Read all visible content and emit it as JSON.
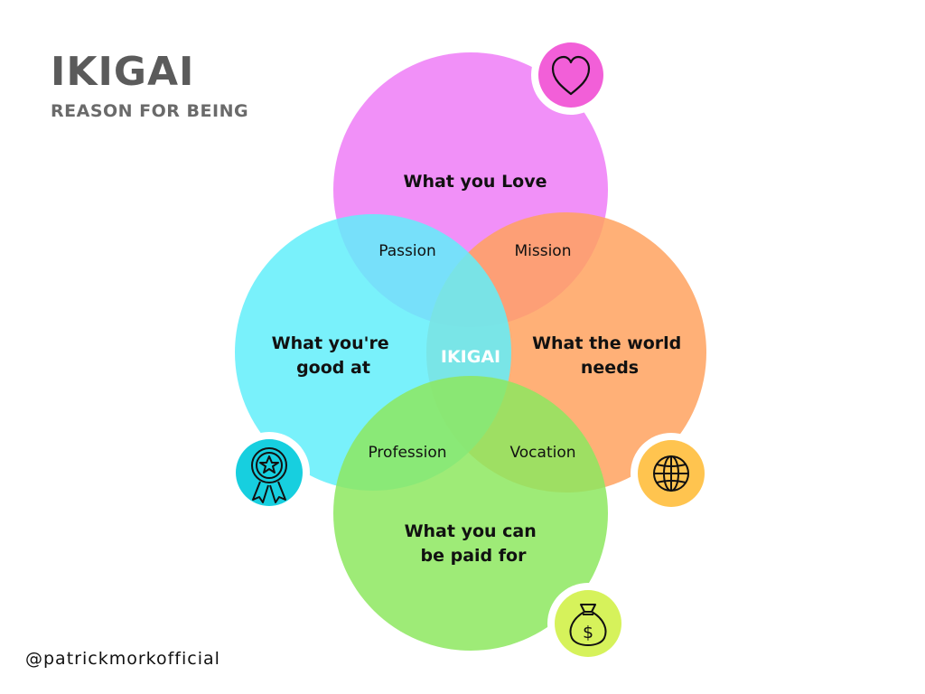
{
  "header": {
    "title": "IKIGAI",
    "subtitle": "REASON FOR BEING"
  },
  "footer": {
    "handle": "@patrickmorkofficial"
  },
  "diagram": {
    "circles": [
      {
        "key": "love",
        "label_lines": [
          "What you Love"
        ],
        "color": "#ee7cf7",
        "icon": "heart-icon",
        "icon_bg": "#f25fd8"
      },
      {
        "key": "world",
        "label_lines": [
          "What the world",
          "needs"
        ],
        "color": "#ffa25f",
        "icon": "globe-icon",
        "icon_bg": "#ffc44f"
      },
      {
        "key": "good",
        "label_lines": [
          "What you're",
          "good at"
        ],
        "color": "#62eefa",
        "icon": "award-ribbon-icon",
        "icon_bg": "#17cfdf"
      },
      {
        "key": "paid",
        "label_lines": [
          "What you can",
          "be paid for"
        ],
        "color": "#8de85f",
        "icon": "money-bag-icon",
        "icon_bg": "#d6f25b"
      }
    ],
    "intersections": {
      "passion": "Passion",
      "mission": "Mission",
      "profession": "Profession",
      "vocation": "Vocation",
      "center": "IKIGAI"
    }
  }
}
